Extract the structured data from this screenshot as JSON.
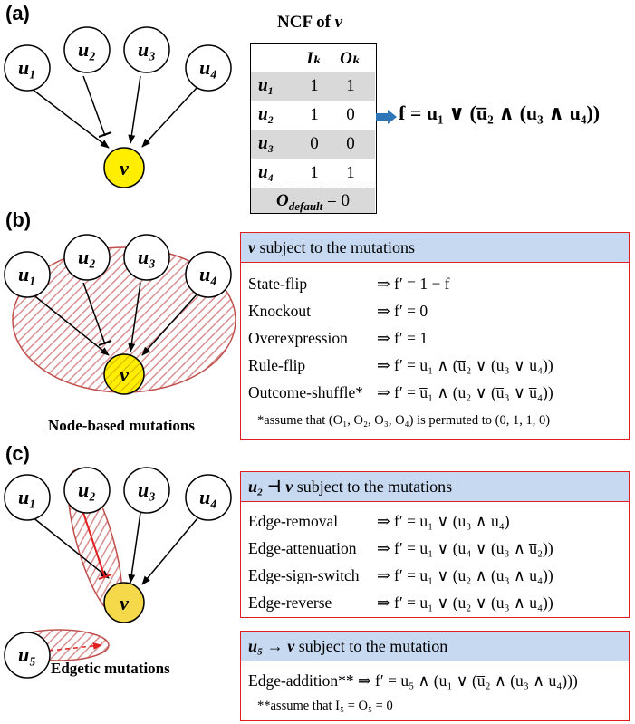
{
  "panels": {
    "a": "(a)",
    "b": "(b)",
    "c": "(c)"
  },
  "nodes": {
    "u1": "u₁",
    "u2": "u₂",
    "u3": "u₃",
    "u4": "u₄",
    "u5": "u₅",
    "v": "v"
  },
  "ncf": {
    "title_prefix": "NCF of ",
    "title_var": "v",
    "headers": [
      "Iₖ",
      "Oₖ"
    ],
    "rows": [
      {
        "name": "u₁",
        "I": "1",
        "O": "1"
      },
      {
        "name": "u₂",
        "I": "1",
        "O": "0"
      },
      {
        "name": "u₃",
        "I": "0",
        "O": "0"
      },
      {
        "name": "u₄",
        "I": "1",
        "O": "1"
      }
    ],
    "default_label": "O",
    "default_sub": "default",
    "default_value": " = 0"
  },
  "formula": "f = u₁ ∨ (u̅₂ ∧ (u₃ ∧ u₄))",
  "node_box": {
    "title_var": "v",
    "title_rest": " subject to the mutations",
    "rows": [
      {
        "name": "State-flip",
        "rule": "⇒ f′ = 1 − f"
      },
      {
        "name": "Knockout",
        "rule": "⇒ f′ = 0"
      },
      {
        "name": "Overexpression",
        "rule": "⇒ f′ = 1"
      },
      {
        "name": "Rule-flip",
        "rule": "⇒ f′ = u₁ ∧ (u̅₂ ∨ (u₃ ∨ u₄))"
      },
      {
        "name": "Outcome-shuffle*",
        "rule": "⇒ f′ = u̅₁ ∧ (u₂ ∨ (u̅₃ ∨ u̅₄))"
      }
    ],
    "note": "*assume that (O₁, O₂, O₃, O₄) is permuted to (0, 1, 1, 0)"
  },
  "node_caption": "Node-based mutations",
  "edge_box": {
    "title_var": "u₂ ⊣ v",
    "title_rest": " subject to the mutations",
    "rows": [
      {
        "name": "Edge-removal",
        "rule": "⇒ f′ = u₁ ∨ (u₃ ∧ u₄)"
      },
      {
        "name": "Edge-attenuation",
        "rule": "⇒ f′ = u₁ ∨ (u₄ ∨ (u₃ ∧ u̅₂))"
      },
      {
        "name": "Edge-sign-switch",
        "rule": "⇒ f′ = u₁ ∨ (u₂ ∧ (u₃ ∧ u₄))"
      },
      {
        "name": "Edge-reverse",
        "rule": "⇒ f′ = u₁ ∨ (u₂ ∨ (u₃ ∧ u₄))"
      }
    ]
  },
  "add_box": {
    "title_var": "u₅ → v",
    "title_rest": " subject to the mutation",
    "row_name": "Edge-addition**",
    "row_rule": " ⇒ f′ = u₅ ∧ (u₁ ∨ (u̅₂ ∧ (u₃ ∧ u₄)))",
    "note": "**assume that I₅ = O₅ = 0"
  },
  "edge_caption": "Edgetic mutations",
  "colors": {
    "target_node": "#ffee00",
    "target_node_hatched": "#f5d94a",
    "box_border": "#e02020",
    "box_header": "#c6d9f1",
    "table_grey": "#d9d9d9",
    "arrow_blue": "#2e75b6",
    "hatch": "#d98f8f"
  }
}
